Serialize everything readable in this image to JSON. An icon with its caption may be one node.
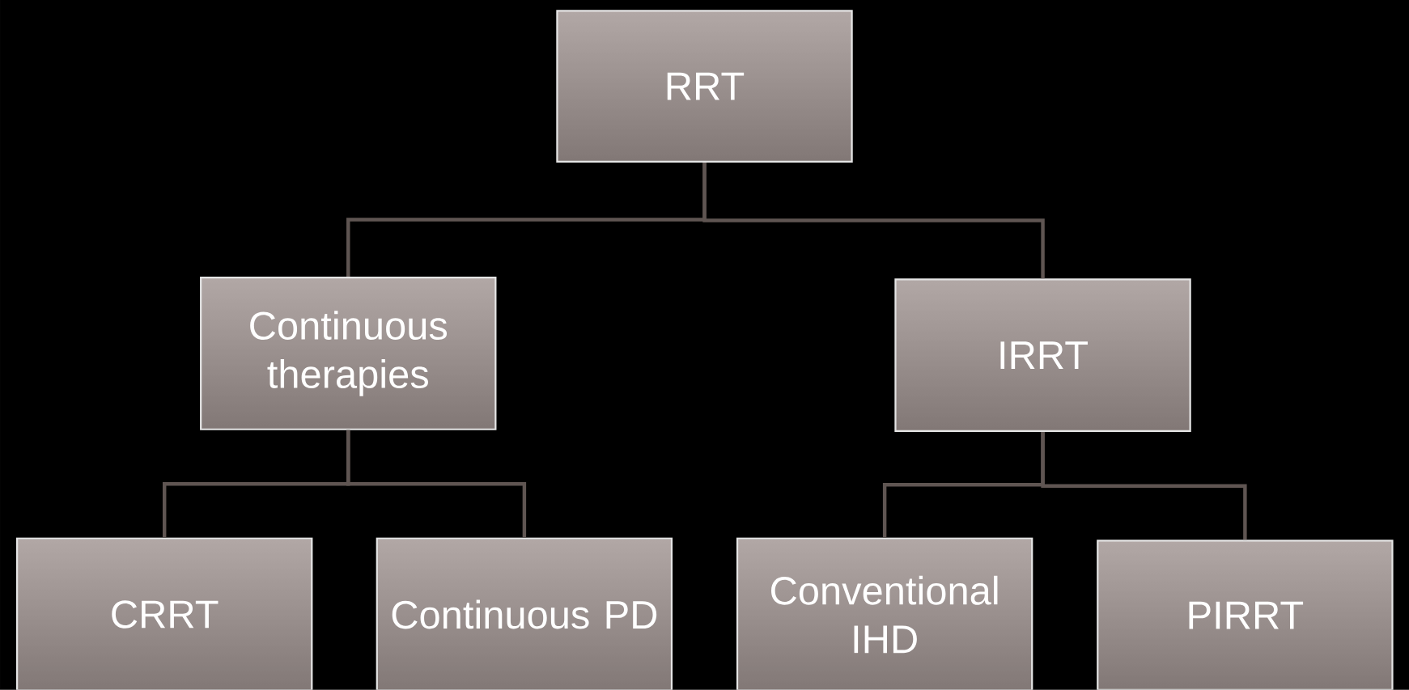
{
  "diagram": {
    "nodes": [
      {
        "text": [
          "RRT"
        ]
      },
      {
        "text": [
          "Continuous therapies"
        ]
      },
      {
        "text": [
          "IRRT"
        ]
      },
      {
        "text": [
          "CRRT"
        ]
      },
      {
        "text": [
          "Continuous PD"
        ]
      },
      {
        "text": [
          "Conventional IHD"
        ]
      },
      {
        "text": [
          "PIRRT"
        ]
      }
    ],
    "edges": [
      {
        "from": 0,
        "to": 1,
        "arrow": "none"
      },
      {
        "from": 0,
        "to": 2,
        "arrow": "none"
      },
      {
        "from": 1,
        "to": 3,
        "arrow": "none"
      },
      {
        "from": 1,
        "to": 4,
        "arrow": "none"
      },
      {
        "from": 2,
        "to": 5,
        "arrow": "none"
      },
      {
        "from": 2,
        "to": 6,
        "arrow": "none"
      }
    ]
  }
}
